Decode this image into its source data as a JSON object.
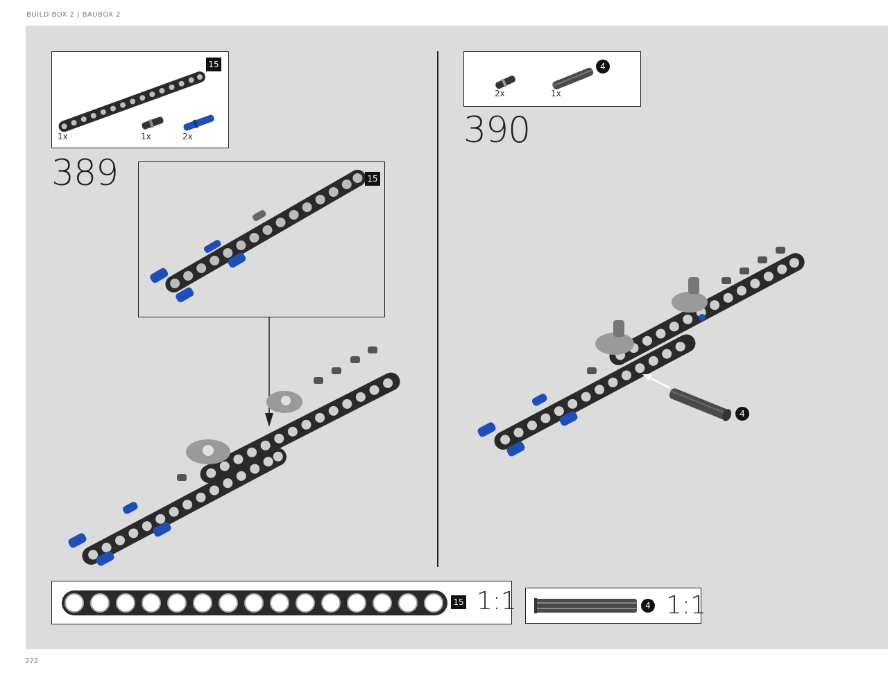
{
  "header": {
    "title": "BUILD BOX 2  |  BAUBOX 2"
  },
  "page_number": "272",
  "steps": {
    "left": {
      "number": "389"
    },
    "right": {
      "number": "390"
    }
  },
  "parts_left": {
    "beam_qty": "1x",
    "pin_qty": "1x",
    "blue_pin_qty": "2x",
    "beam_length_badge": "15"
  },
  "subassembly": {
    "length_badge": "15"
  },
  "parts_right": {
    "connector_qty": "2x",
    "axle_qty": "1x",
    "axle_length_badge": "4"
  },
  "axle_callout": {
    "length_badge": "4"
  },
  "scale_beam": {
    "length_badge": "15",
    "scale_text": "1:1"
  },
  "scale_axle": {
    "length_badge": "4",
    "scale_text": "1:1"
  },
  "colors": {
    "beam": "#2a2a2a",
    "blue_pin": "#1e4fb8",
    "axle": "#4a4a4a",
    "background": "#dcdcdc"
  }
}
